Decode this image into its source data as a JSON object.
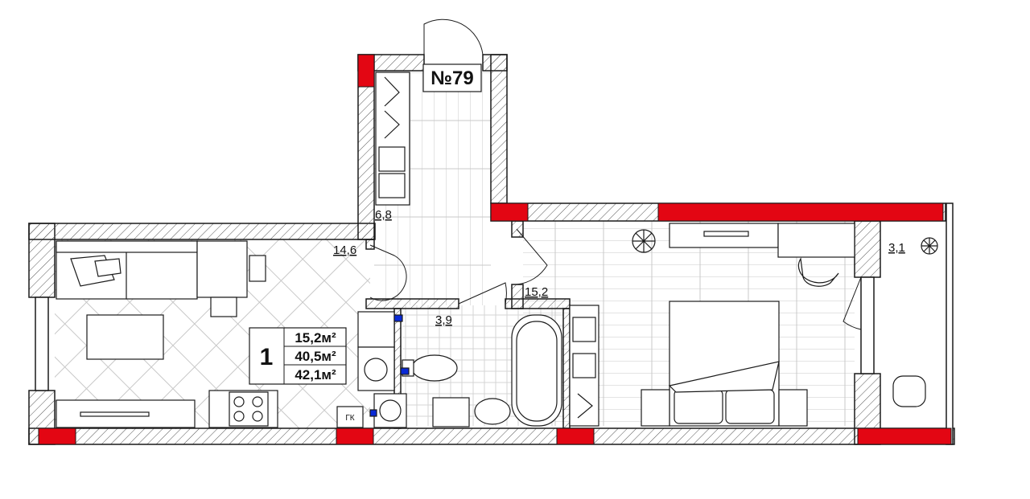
{
  "apartment": {
    "number_label": "№79"
  },
  "summary": {
    "rooms_count": "1",
    "living_area": "15,2м²",
    "total_area": "40,5м²",
    "total_area_with_balcony": "42,1м²"
  },
  "rooms": {
    "hall": "6,8",
    "kitchen_living": "14,6",
    "bathroom": "3,9",
    "bedroom": "15,2",
    "balcony": "3,1"
  },
  "fixtures": {
    "gas_boiler": "ГК"
  },
  "colors": {
    "wall_red": "#e30613",
    "line": "#1a1a1a",
    "hatch": "#666666",
    "floor_grid": "#bdbdbd",
    "accent_blue": "#0a2ad6"
  }
}
